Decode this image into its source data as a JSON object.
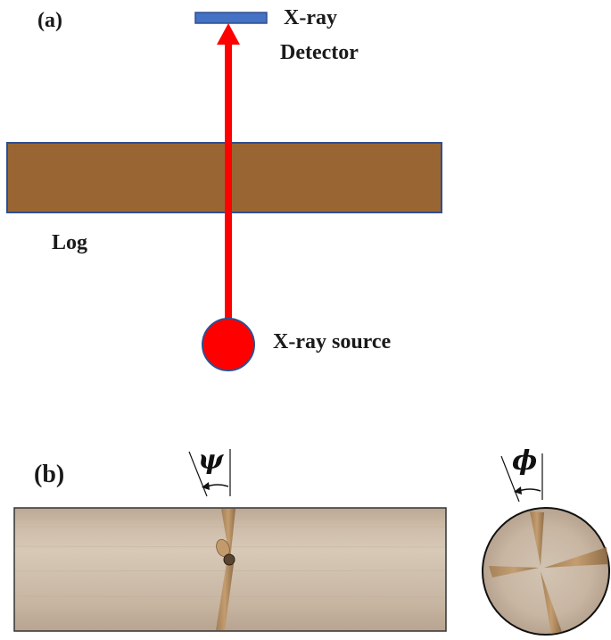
{
  "panel_a": {
    "label": "(a)",
    "detector_label_line1": "X-ray",
    "detector_label_line2": "Detector",
    "log_label": "Log",
    "source_label": "X-ray source"
  },
  "panel_b": {
    "label": "(b)",
    "angle_psi": "ψ",
    "angle_phi": "ϕ"
  },
  "colors": {
    "detector": "#4472c4",
    "detector_border": "#2f4f8f",
    "log_fill": "#996633",
    "log_border": "#2f4f8f",
    "beam": "#ff0000",
    "source": "#ff0000",
    "wood": "#c9b8a4"
  }
}
